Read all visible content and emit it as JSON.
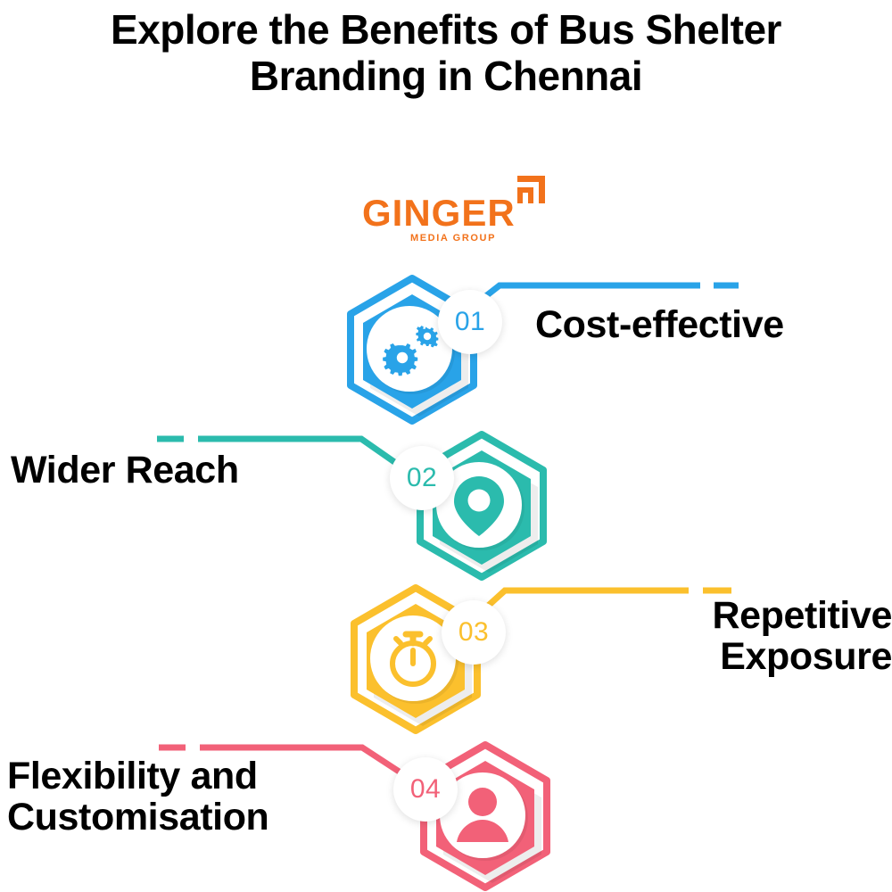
{
  "title": {
    "line1": "Explore the Benefits of Bus Shelter",
    "line2": "Branding in Chennai"
  },
  "logo": {
    "name": "GINGER",
    "tagline": "MEDIA GROUP",
    "color": "#F2721B",
    "mark_icon": "nested-bars-logo-mark"
  },
  "colors": {
    "blue": "#29A3E8",
    "teal": "#2BBBAD",
    "yellow": "#FBC02D",
    "pink": "#F26178",
    "text": "#000000",
    "background": "#FFFFFF"
  },
  "steps": [
    {
      "number": "01",
      "label": "Cost-effective",
      "color": "#29A3E8",
      "icon": "gears-icon",
      "side": "right"
    },
    {
      "number": "02",
      "label": "Wider Reach",
      "color": "#2BBBAD",
      "icon": "location-pin-icon",
      "side": "left"
    },
    {
      "number": "03",
      "label": "Repetitive\nExposure",
      "color": "#FBC02D",
      "icon": "stopwatch-icon",
      "side": "right"
    },
    {
      "number": "04",
      "label": "Flexibility and\nCustomisation",
      "color": "#F26178",
      "icon": "person-icon",
      "side": "left"
    }
  ]
}
